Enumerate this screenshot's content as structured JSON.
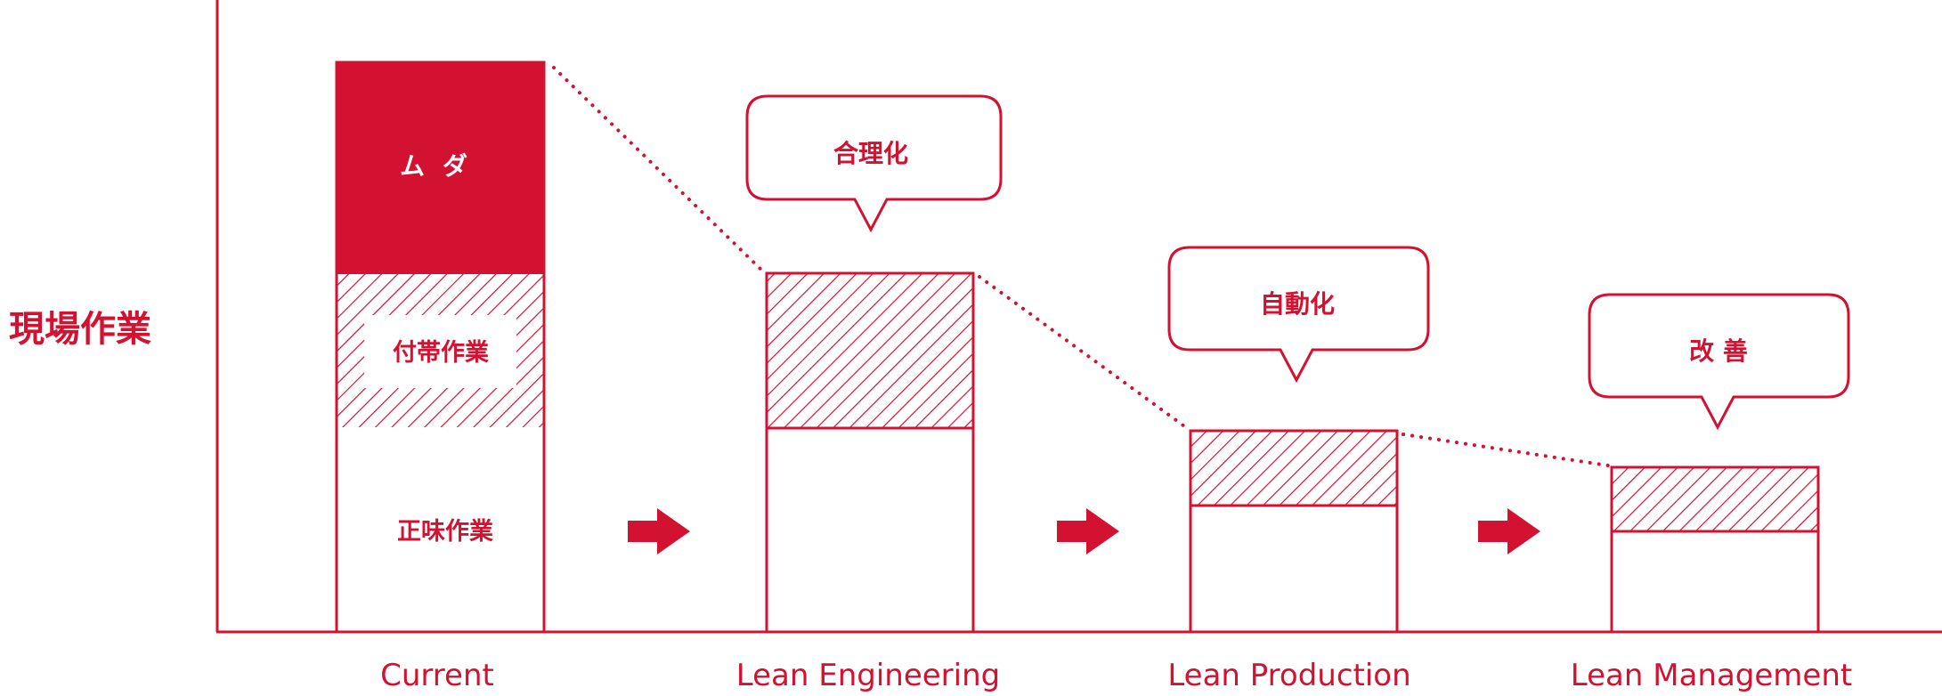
{
  "accent_color": "#d31130",
  "y_axis_label": "現場作業",
  "legend_segments": {
    "muda": "ムダ",
    "incidental": "付帯作業",
    "net": "正味作業"
  },
  "stages": [
    {
      "label": "Current"
    },
    {
      "label": "Lean Engineering",
      "callout": "合理化"
    },
    {
      "label": "Lean Production",
      "callout": "自動化"
    },
    {
      "label": "Lean Management",
      "callout": "改 善"
    }
  ],
  "arrow_icon": "right-arrow-icon",
  "connector_style": "dotted"
}
